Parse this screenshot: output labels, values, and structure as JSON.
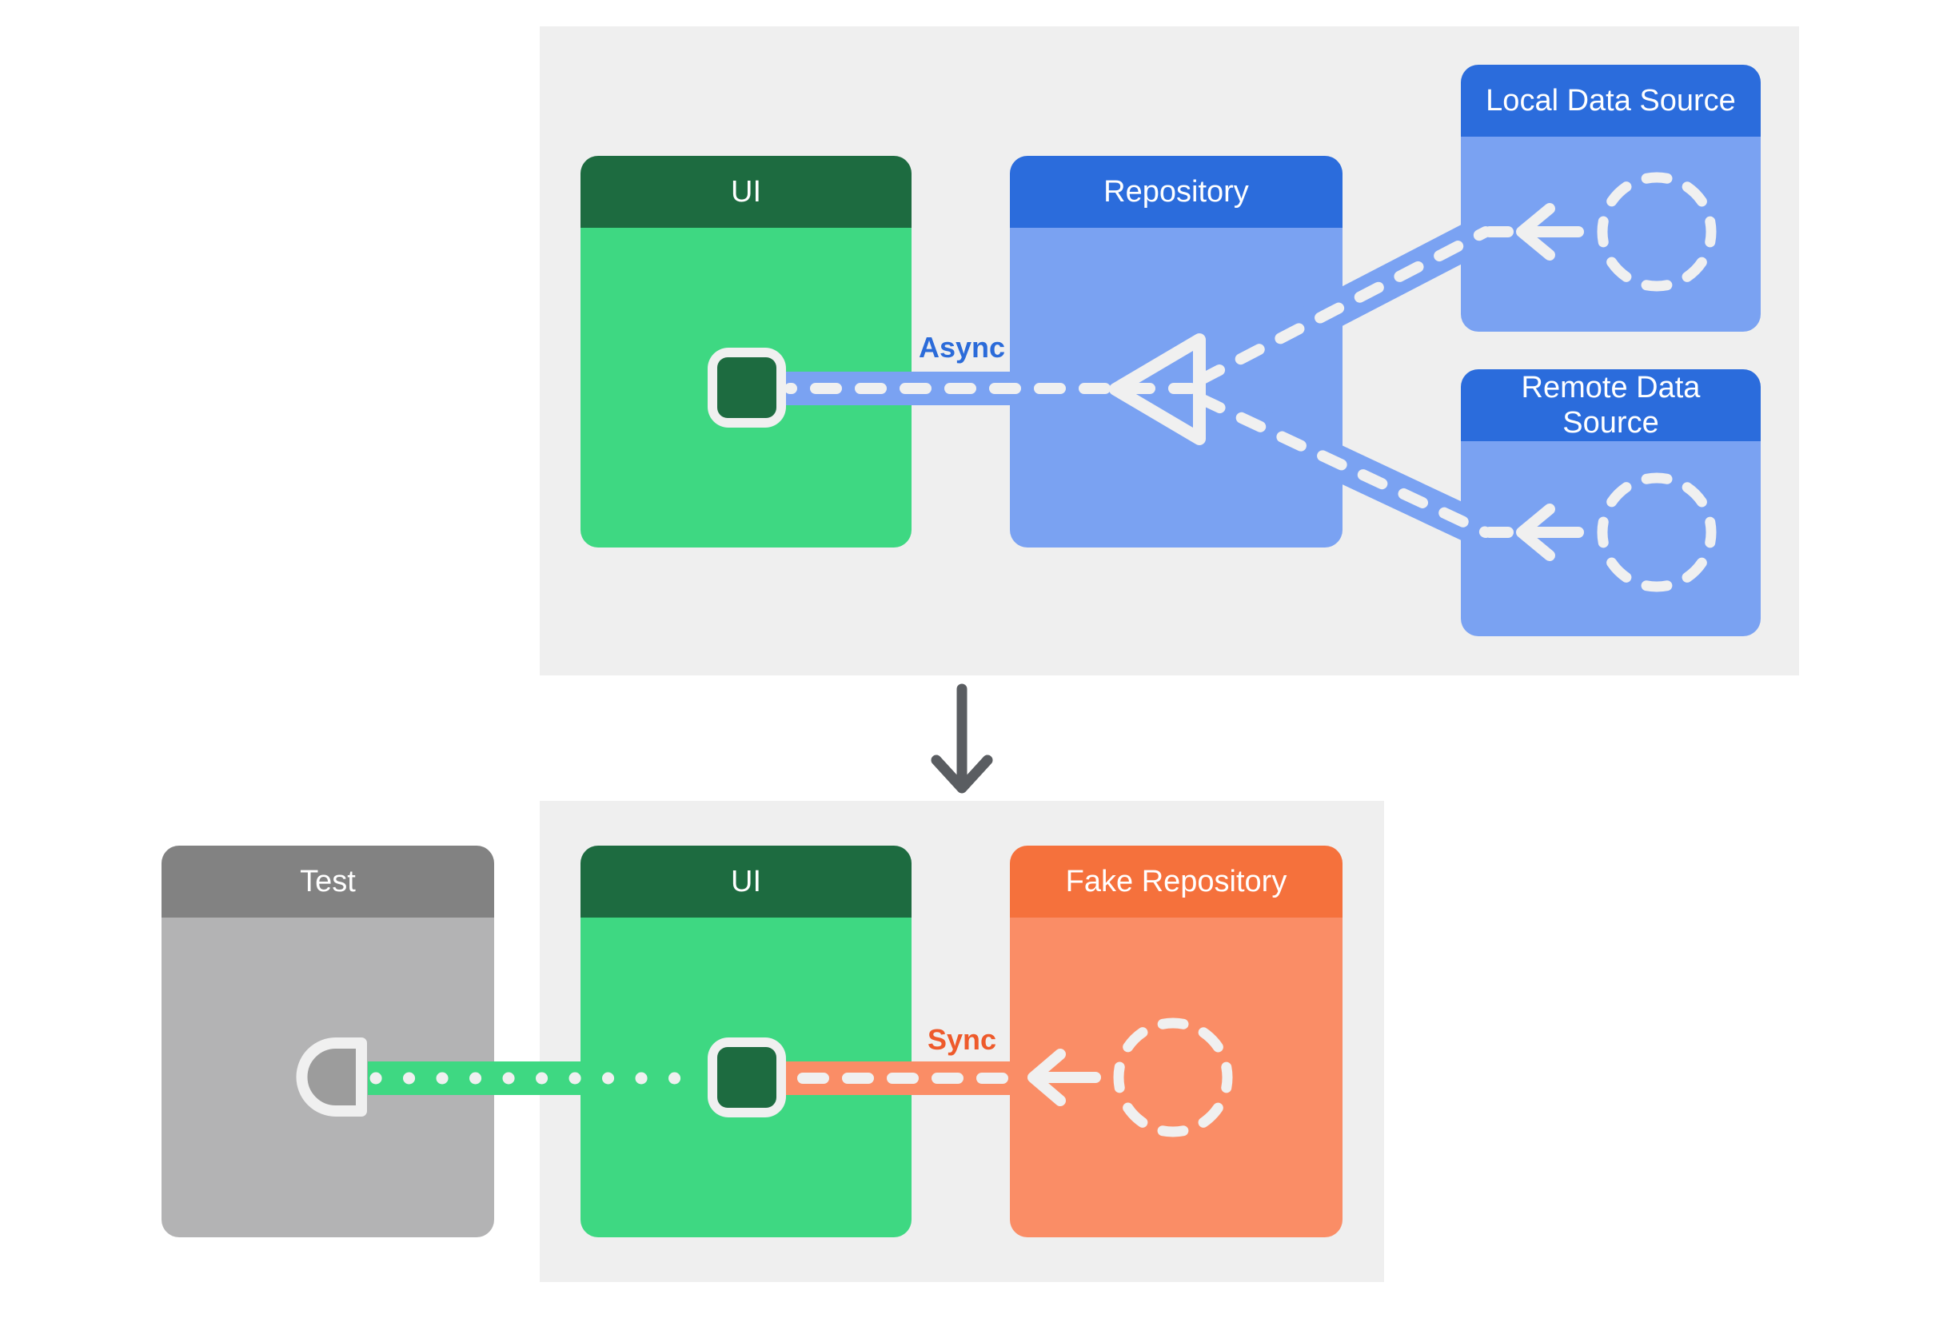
{
  "top_section": {
    "cards": {
      "ui": {
        "title": "UI"
      },
      "repository": {
        "title": "Repository"
      },
      "local_data_source": {
        "title": "Local Data Source"
      },
      "remote_data_source": {
        "title": "Remote Data Source"
      }
    },
    "async_label": "Async"
  },
  "bottom_section": {
    "cards": {
      "test": {
        "title": "Test"
      },
      "ui": {
        "title": "UI"
      },
      "fake_repository": {
        "title": "Fake Repository"
      }
    },
    "sync_label": "Sync"
  },
  "icons": {
    "ui_component": "ui-component-chip-icon",
    "merge_arrowhead": "merge-arrowhead-icon",
    "data_stream_circle": "dashed-circle-icon",
    "flow_arrow": "arrow-left-icon",
    "test_socket": "test-socket-icon",
    "down_arrow": "arrow-down-icon"
  },
  "colors": {
    "panel_bg": "#efefef",
    "green_header": "#1d6b40",
    "green_body": "#3ed882",
    "blue_header": "#2b6cdc",
    "blue_body": "#7aa2f2",
    "orange_header": "#f5713c",
    "orange_body": "#fa8d66",
    "gray_header": "#828282",
    "gray_body": "#b3b3b4",
    "gray_fill": "#9c9c9c",
    "icon_white": "#f0f0f0",
    "async_text": "#2b6bd9",
    "sync_text": "#ee5a2b",
    "arrow_gray": "#5a5d61",
    "title_text": "#ffffff"
  }
}
